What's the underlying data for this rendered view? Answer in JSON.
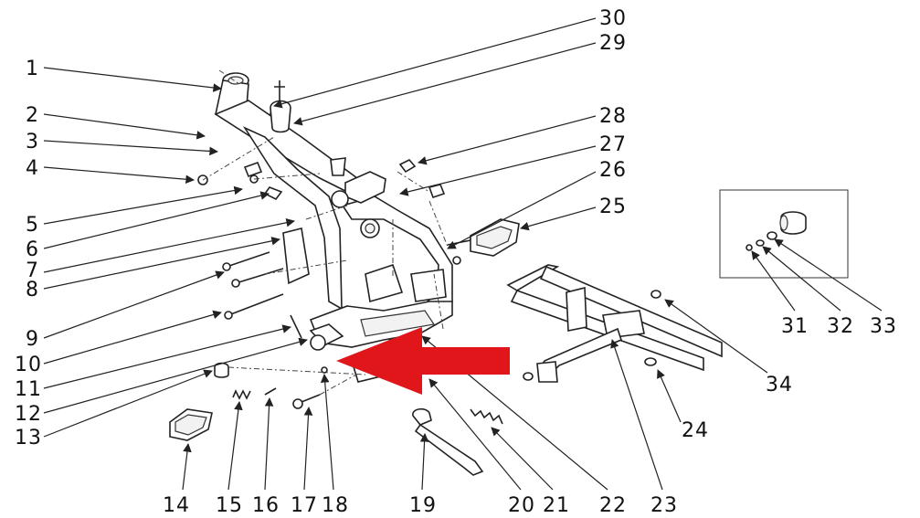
{
  "diagram": {
    "callouts": [
      "1",
      "2",
      "3",
      "4",
      "5",
      "6",
      "7",
      "8",
      "9",
      "10",
      "11",
      "12",
      "13",
      "14",
      "15",
      "16",
      "17",
      "18",
      "19",
      "20",
      "21",
      "22",
      "23",
      "24",
      "25",
      "26",
      "27",
      "28",
      "29",
      "30",
      "31",
      "32",
      "33",
      "34"
    ],
    "highlight_color": "#e0161b",
    "line_color": "#222222"
  }
}
